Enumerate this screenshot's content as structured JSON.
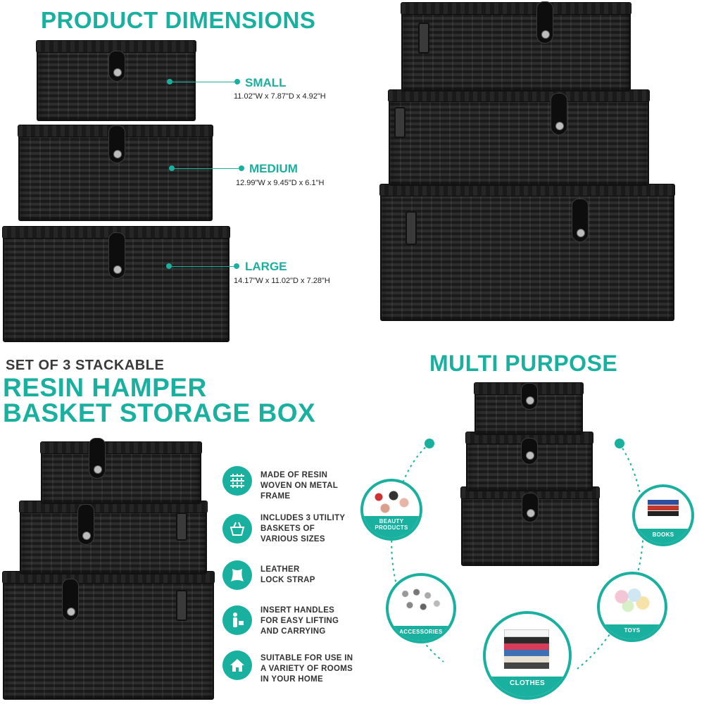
{
  "headings": {
    "product_dimensions": "PRODUCT DIMENSIONS",
    "multi_purpose": "MULTI PURPOSE",
    "set_of_3": "SET OF 3 STACKABLE",
    "title_line1": "RESIN HAMPER",
    "title_line2": "BASKET STORAGE BOX"
  },
  "sizes": [
    {
      "name": "SMALL",
      "dims": "11.02\"W x 7.87\"D x 4.92\"H"
    },
    {
      "name": "MEDIUM",
      "dims": "12.99\"W x 9.45\"D x 6.1\"H"
    },
    {
      "name": "LARGE",
      "dims": "14.17\"W x 11.02\"D x 7.28\"H"
    }
  ],
  "features": [
    {
      "icon": "weave-icon",
      "lines": [
        "MADE OF RESIN",
        "WOVEN ON METAL",
        "FRAME"
      ]
    },
    {
      "icon": "basket-icon",
      "lines": [
        "INCLUDES 3 UTILITY",
        "BASKETS OF",
        "VARIOUS SIZES"
      ]
    },
    {
      "icon": "leather-icon",
      "lines": [
        "LEATHER",
        "LOCK STRAP"
      ]
    },
    {
      "icon": "person-lifting-icon",
      "lines": [
        "INSERT HANDLES",
        "FOR EASY LIFTING",
        "AND CARRYING"
      ]
    },
    {
      "icon": "house-icon",
      "lines": [
        "SUITABLE FOR USE IN",
        "A VARIETY OF ROOMS",
        "IN YOUR HOME"
      ]
    }
  ],
  "uses": [
    {
      "label": "BEAUTY PRODUCTS"
    },
    {
      "label": "BOOKS"
    },
    {
      "label": "ACCESSORIES"
    },
    {
      "label": "TOYS"
    },
    {
      "label": "CLOTHES"
    }
  ],
  "colors": {
    "accent": "#1ab0a0",
    "basket": "#1f1f1f"
  }
}
